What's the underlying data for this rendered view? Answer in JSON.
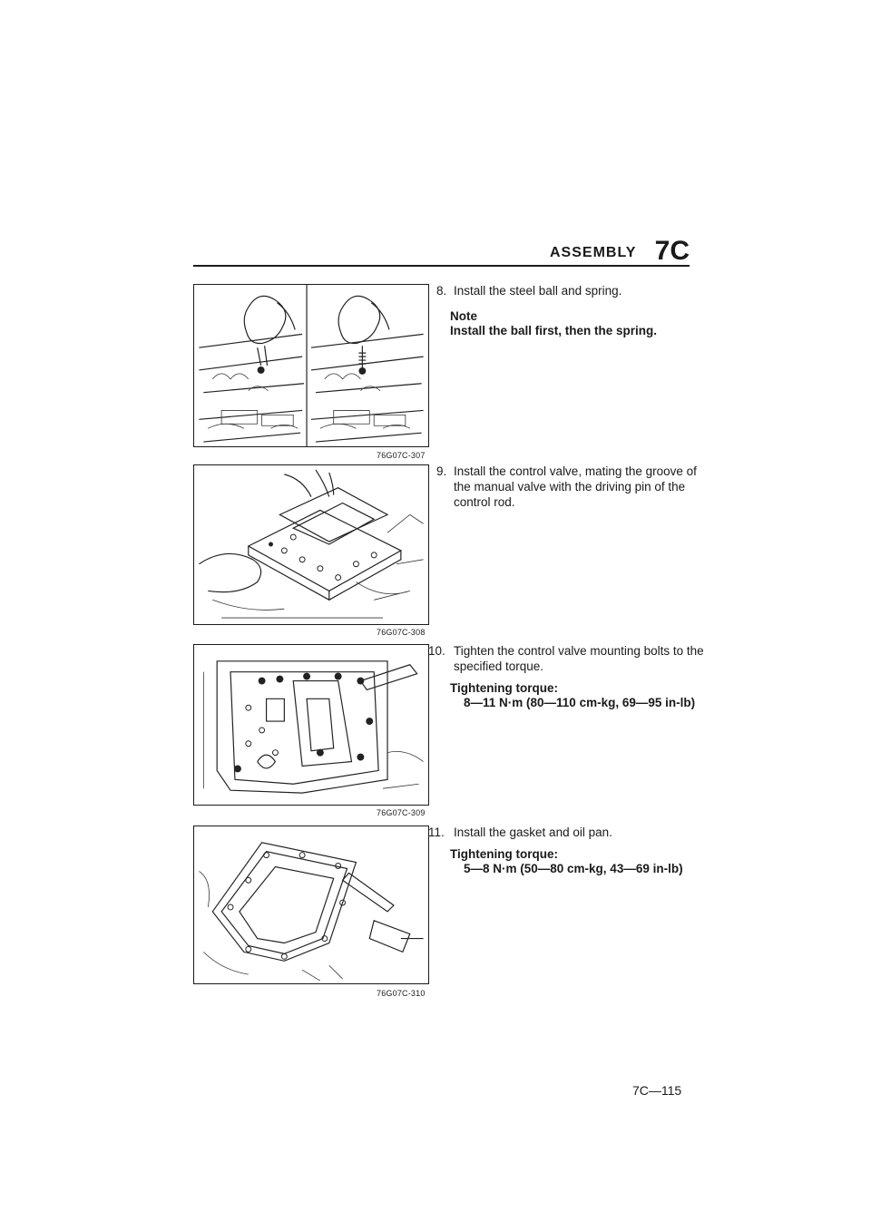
{
  "header": {
    "word": "ASSEMBLY",
    "section": "7C"
  },
  "figures": [
    {
      "caption": "76G07C-307"
    },
    {
      "caption": "76G07C-308"
    },
    {
      "caption": "76G07C-309"
    },
    {
      "caption": "76G07C-310"
    }
  ],
  "steps": [
    {
      "num": "8.",
      "text": "Install the steel ball and spring.",
      "note_title": "Note",
      "note_text": "Install the ball first, then the spring."
    },
    {
      "num": "9.",
      "text": "Install the control valve, mating the groove of the manual valve with the driving pin of the control rod."
    },
    {
      "num": "10.",
      "text": "Tighten the control valve mounting bolts to the specified torque.",
      "torque_title": "Tightening torque:",
      "torque_value": "8—11 N·m (80—110 cm-kg, 69—95 in-lb)"
    },
    {
      "num": "11.",
      "text": "Install the gasket and oil pan.",
      "torque_title": "Tightening torque:",
      "torque_value": "5—8 N·m (50—80 cm-kg, 43—69 in-lb)"
    }
  ],
  "page_number": "7C—115"
}
